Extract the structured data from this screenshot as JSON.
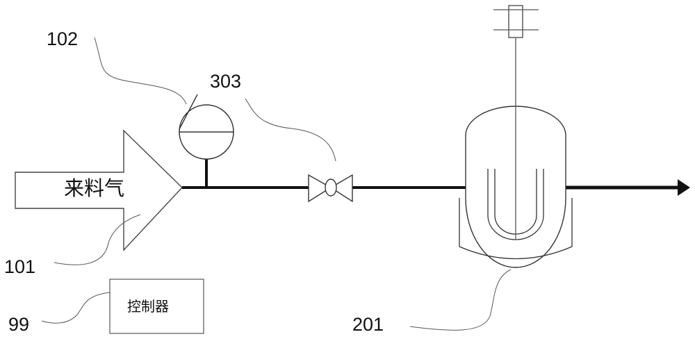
{
  "diagram": {
    "inlet_text": "来料气",
    "controller_text": "控制器",
    "labels": {
      "inlet": "101",
      "gauge": "102",
      "valve": "303",
      "vessel": "201",
      "controller": "99"
    }
  },
  "colors": {
    "line": "#111111",
    "thin": "#555555"
  }
}
